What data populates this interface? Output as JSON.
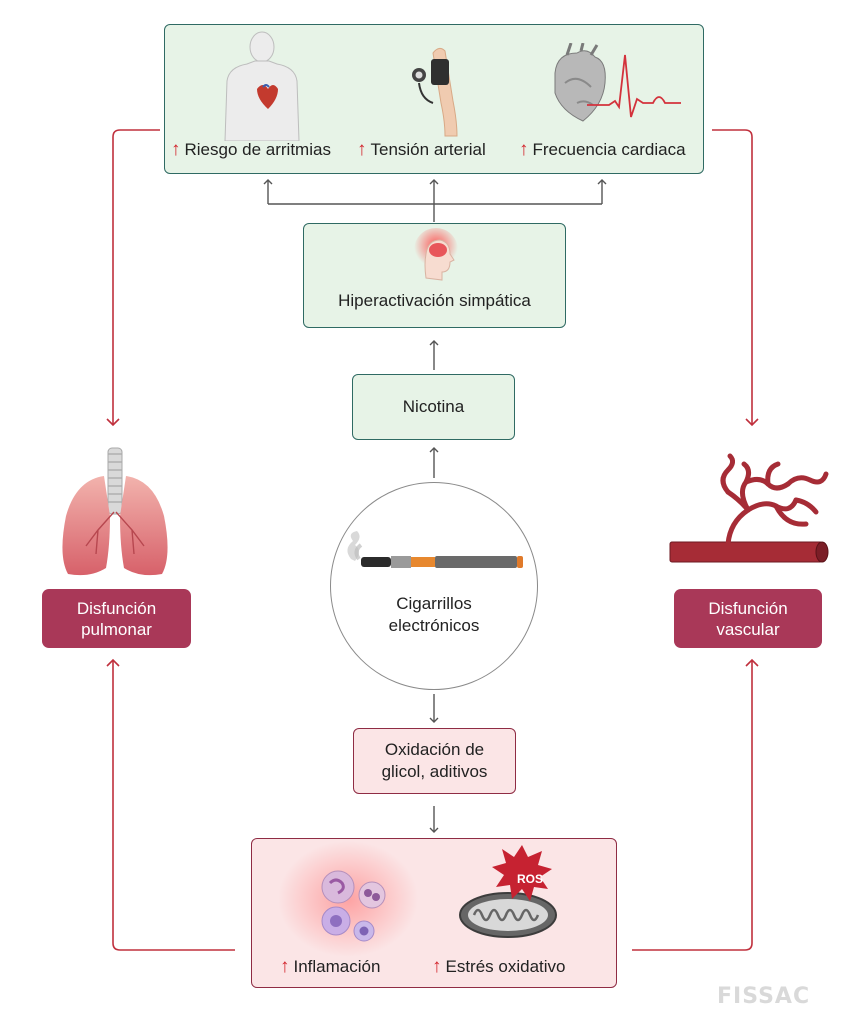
{
  "top_effects": {
    "arrhythmia": {
      "arrow": "↑",
      "label": "Riesgo de arritmias"
    },
    "blood_pressure": {
      "arrow": "↑",
      "label": "Tensión arterial"
    },
    "heart_rate": {
      "arrow": "↑",
      "label": "Frecuencia cardiaca"
    }
  },
  "sympathetic": {
    "label": "Hiperactivación simpática"
  },
  "nicotine": {
    "label": "Nicotina"
  },
  "ecig": {
    "line1": "Cigarrillos",
    "line2": "electrónicos"
  },
  "oxidation": {
    "line1": "Oxidación de",
    "line2": "glicol, aditivos"
  },
  "bottom_effects": {
    "inflammation": {
      "arrow": "↑",
      "label": "Inflamación"
    },
    "oxidative_stress": {
      "arrow": "↑",
      "label": "Estrés oxidativo"
    },
    "ros_label": "ROS"
  },
  "pulmonary": {
    "line1": "Disfunción",
    "line2": "pulmonar"
  },
  "vascular": {
    "line1": "Disfunción",
    "line2": "vascular"
  },
  "logo": "FISSAC",
  "colors": {
    "green_fill": "#e7f3e7",
    "green_border": "#2f6a63",
    "pink_fill": "#fbe5e6",
    "maroon": "#a93858",
    "red_arrow": "#c0303d"
  }
}
